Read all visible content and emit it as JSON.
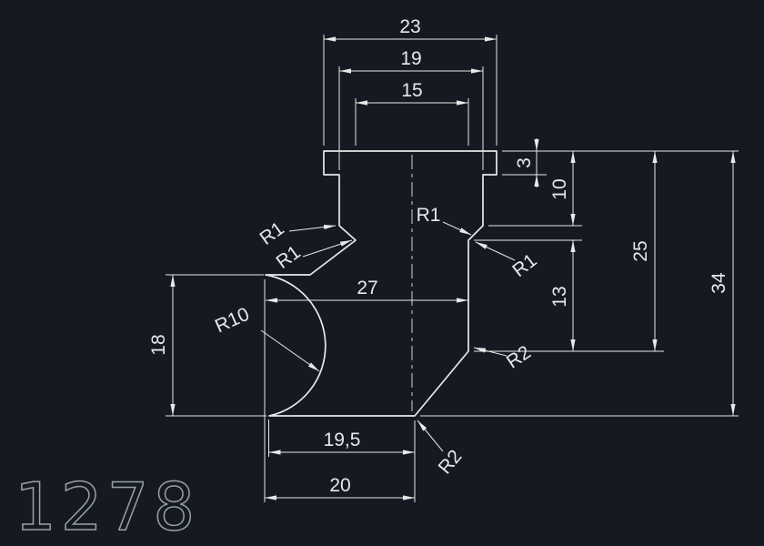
{
  "canvas": {
    "background_color": "#151922",
    "line_color": "#e8e8e8",
    "title_color": "#9aa0a8"
  },
  "title_block": {
    "part_number": "1278"
  },
  "dimensions": {
    "top_overall_width": "23",
    "tang_width": "19",
    "notch_width": "15",
    "flange_height": "3",
    "tang_height": "10",
    "shoulder_height": "25",
    "overall_height": "34",
    "neck_height": "13",
    "left_body_height": "18",
    "body_width": "27",
    "bottom_tip_offset": "19,5",
    "bottom_width": "20"
  },
  "radius_labels": {
    "left_notch_upper": "R1",
    "left_notch_lower": "R1",
    "center_notch": "R1",
    "right_notch": "R1",
    "left_relief_arc": "R10",
    "right_shoulder_corner": "R2",
    "bottom_tip_corner": "R2"
  }
}
